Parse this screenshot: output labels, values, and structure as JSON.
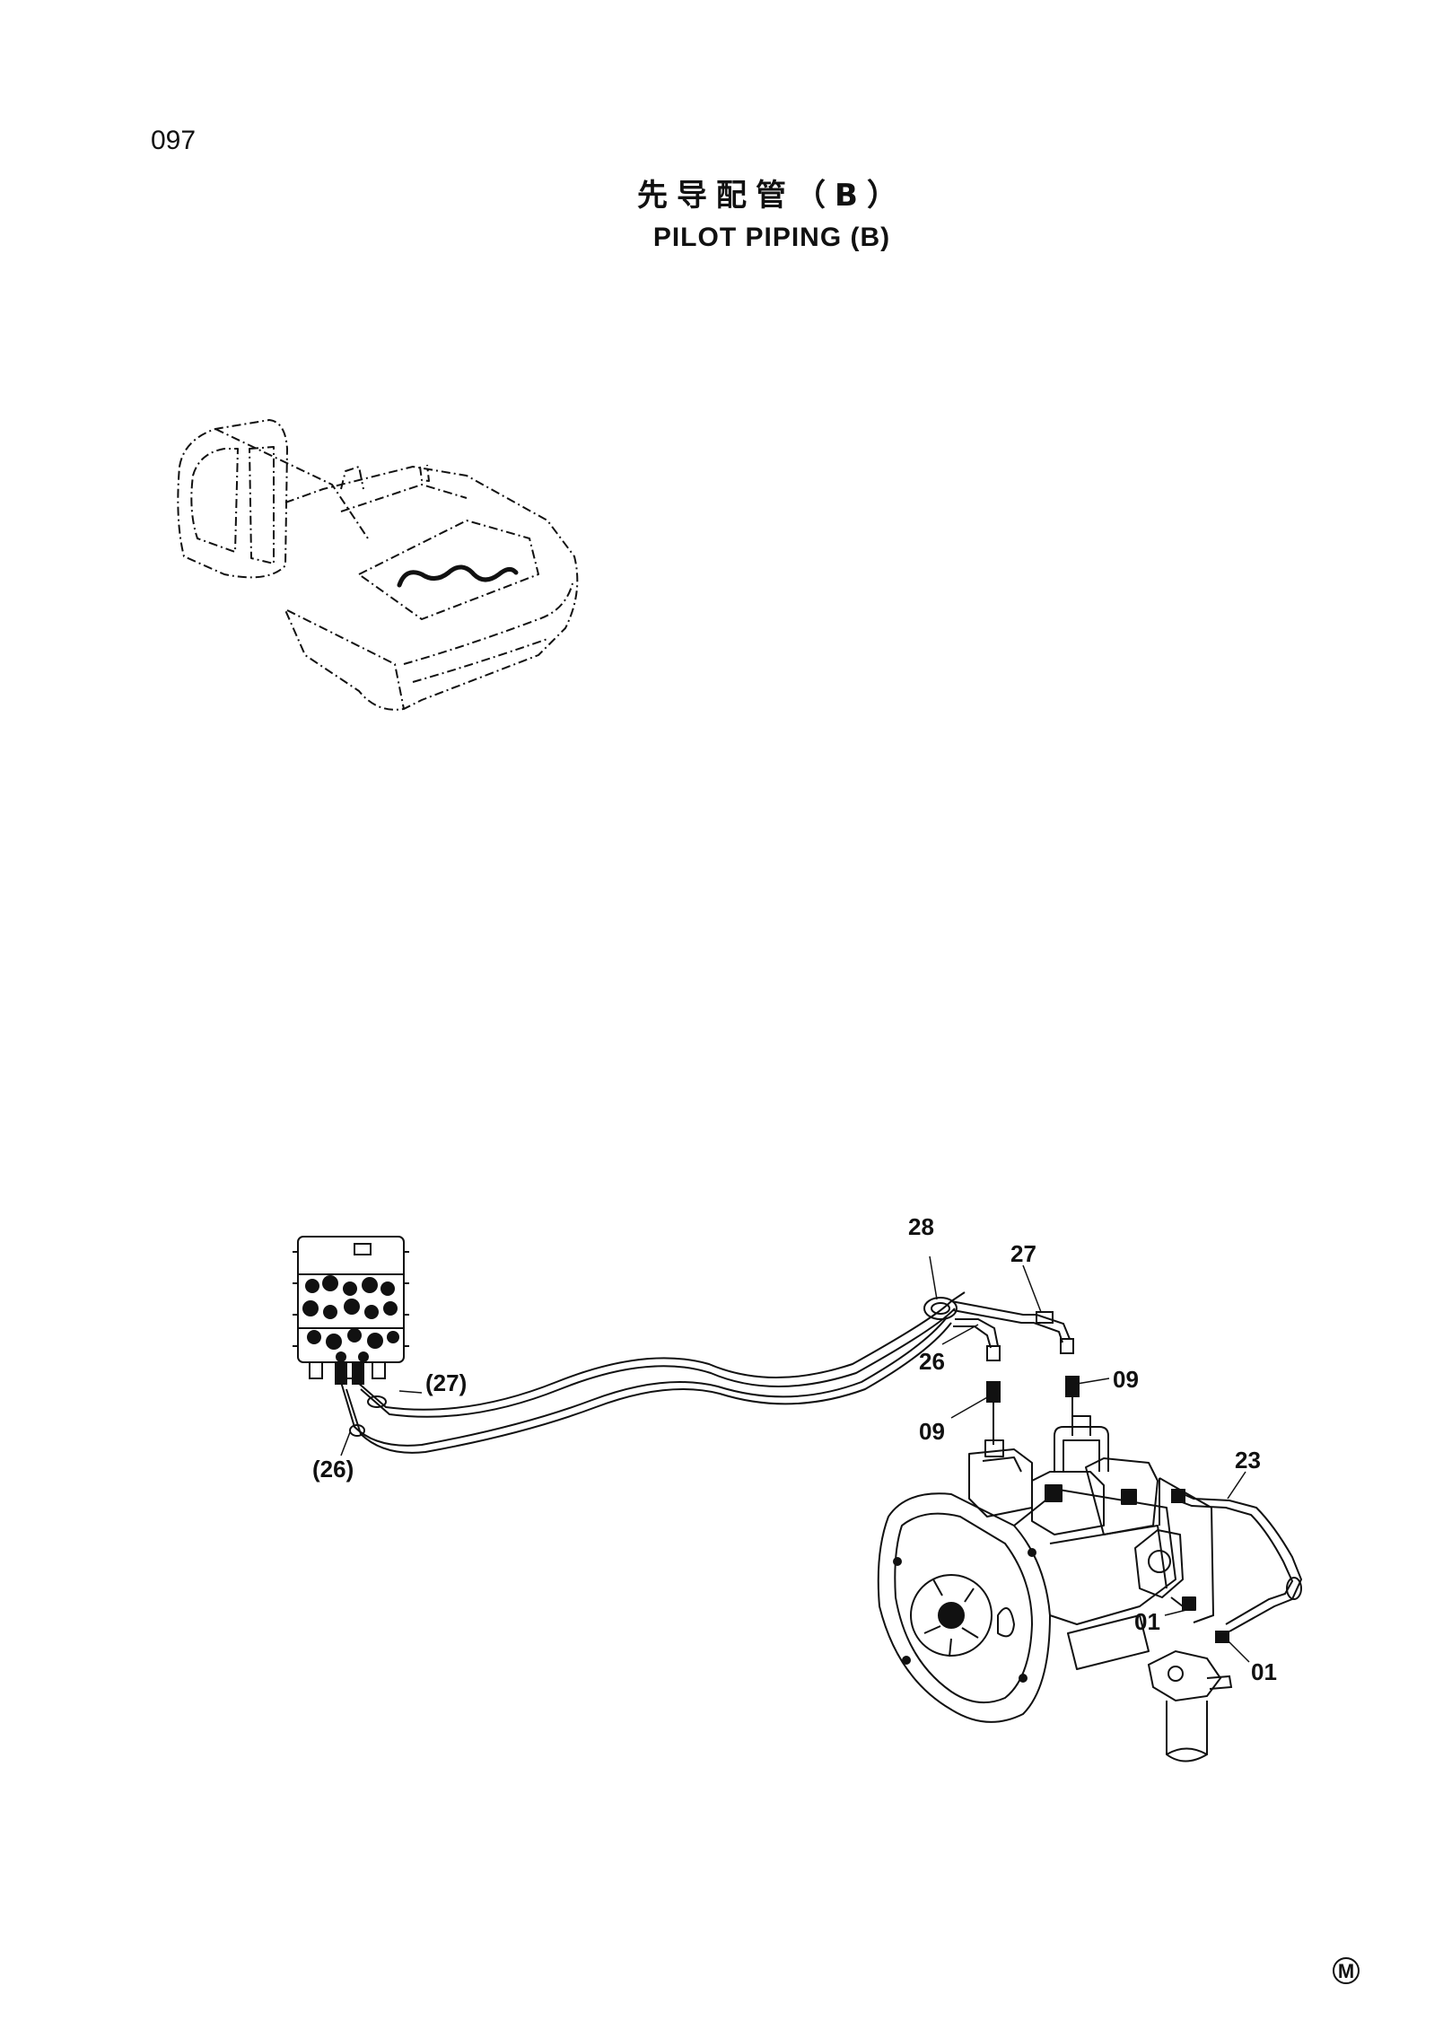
{
  "header": {
    "page_number": "097",
    "title_cn": "先导配管（B）",
    "title_en": "PILOT PIPING (B)"
  },
  "callouts": {
    "c28": "28",
    "c27": "27",
    "c26": "26",
    "c09_right": "09",
    "c09_left": "09",
    "c23": "23",
    "c01_left": "01",
    "c01_right": "01",
    "c27_ref": "(27)",
    "c26_ref": "(26)"
  },
  "footer": {
    "mark": "M"
  }
}
